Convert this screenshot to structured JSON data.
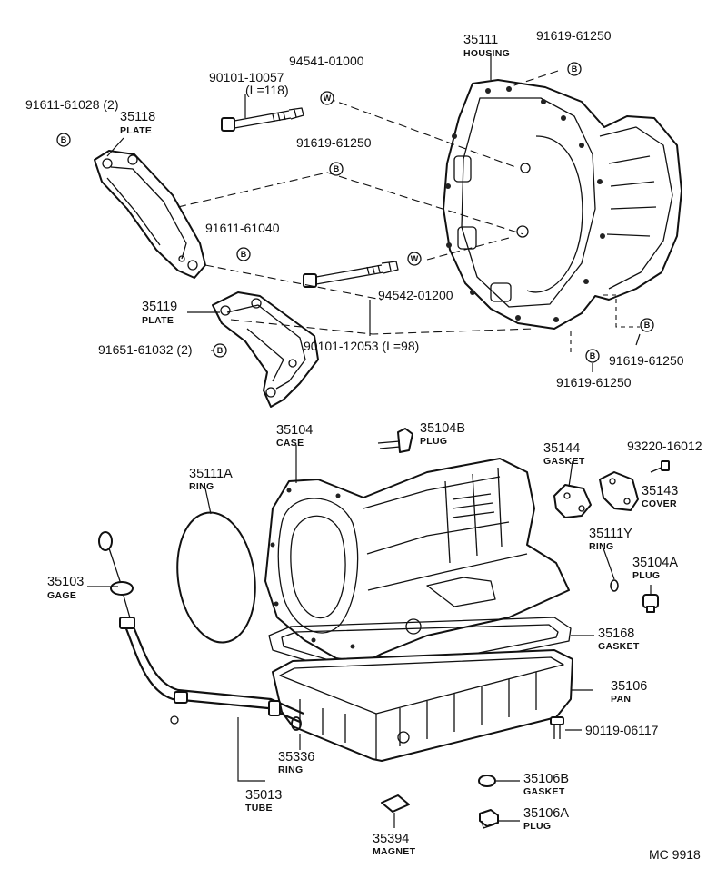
{
  "parts": {
    "p35111": {
      "number": "35111",
      "name": "HOUSING"
    },
    "p35118": {
      "number": "35118",
      "name": "PLATE"
    },
    "p35119": {
      "number": "35119",
      "name": "PLATE"
    },
    "p35104": {
      "number": "35104",
      "name": "CASE"
    },
    "p35104B": {
      "number": "35104B",
      "name": "PLUG"
    },
    "p35144": {
      "number": "35144",
      "name": "GASKET"
    },
    "p35143": {
      "number": "35143",
      "name": "COVER"
    },
    "p35111A": {
      "number": "35111A",
      "name": "RING"
    },
    "p35111Y": {
      "number": "35111Y",
      "name": "RING"
    },
    "p35104A": {
      "number": "35104A",
      "name": "PLUG"
    },
    "p35103": {
      "number": "35103",
      "name": "GAGE"
    },
    "p35168": {
      "number": "35168",
      "name": "GASKET"
    },
    "p35106": {
      "number": "35106",
      "name": "PAN"
    },
    "p35336": {
      "number": "35336",
      "name": "RING"
    },
    "p35013": {
      "number": "35013",
      "name": "TUBE"
    },
    "p35106B": {
      "number": "35106B",
      "name": "GASKET"
    },
    "p35106A": {
      "number": "35106A",
      "name": "PLUG"
    },
    "p35394": {
      "number": "35394",
      "name": "MAGNET"
    }
  },
  "bolts": {
    "b1": "91611-61028 (2)",
    "b2": "90101-10057",
    "b2len": "(L=118)",
    "b3": "94541-01000",
    "b4": "91619-61250",
    "b5": "91619-61250",
    "b6": "91611-61040",
    "b7": "94542-01200",
    "b8": "91651-61032 (2)",
    "b9": "90101-12053 (L=98)",
    "b10": "91619-61250",
    "b11": "91619-61250",
    "b12": "93220-16012",
    "b13": "90119-06117"
  },
  "symbols": {
    "B": "B",
    "W": "W"
  },
  "footer": {
    "code": "MC 9918"
  }
}
